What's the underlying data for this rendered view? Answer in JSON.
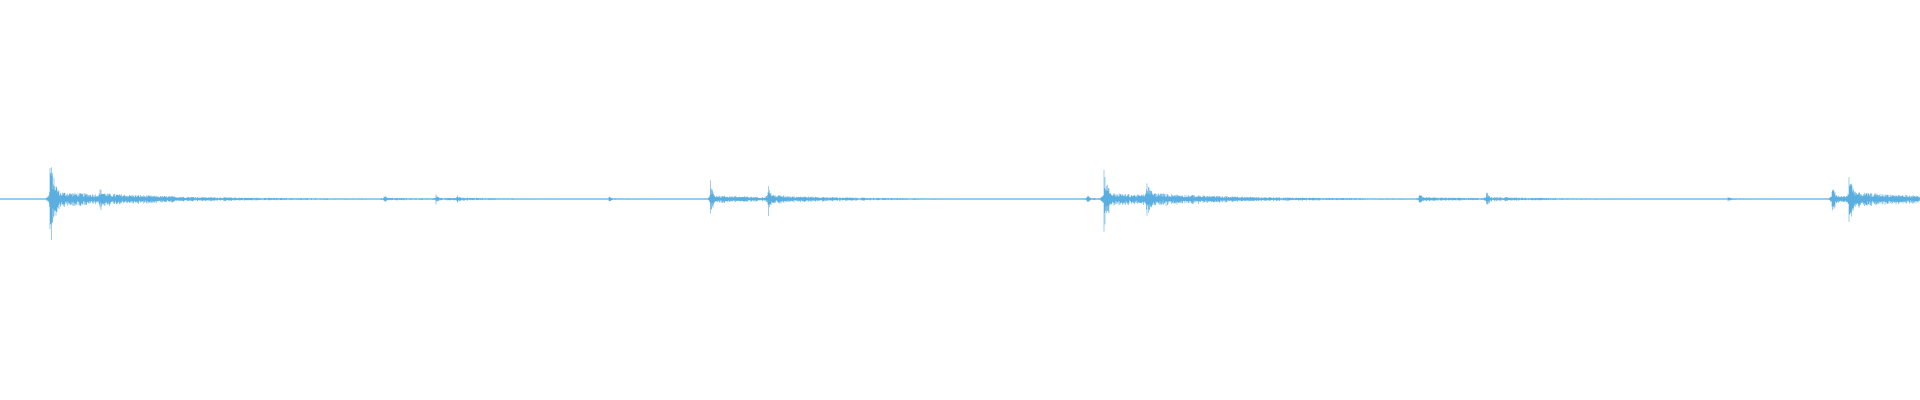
{
  "waveform": {
    "color": "#5aaee0",
    "baseline_amplitude": 0.004,
    "events": [
      {
        "t": 0.026,
        "amp": 0.48,
        "decay": 0.02,
        "ring": 0.05
      },
      {
        "t": 0.052,
        "amp": 0.07,
        "decay": 0.015,
        "ring": 0.03
      },
      {
        "t": 0.2,
        "amp": 0.05,
        "decay": 0.01,
        "ring": 0.02
      },
      {
        "t": 0.227,
        "amp": 0.05,
        "decay": 0.01,
        "ring": 0.02
      },
      {
        "t": 0.238,
        "amp": 0.04,
        "decay": 0.008,
        "ring": 0.02
      },
      {
        "t": 0.317,
        "amp": 0.03,
        "decay": 0.008,
        "ring": 0.015
      },
      {
        "t": 0.37,
        "amp": 0.22,
        "decay": 0.012,
        "ring": 0.04
      },
      {
        "t": 0.4,
        "amp": 0.16,
        "decay": 0.01,
        "ring": 0.03
      },
      {
        "t": 0.566,
        "amp": 0.06,
        "decay": 0.008,
        "ring": 0.02
      },
      {
        "t": 0.575,
        "amp": 0.35,
        "decay": 0.016,
        "ring": 0.05
      },
      {
        "t": 0.597,
        "amp": 0.16,
        "decay": 0.016,
        "ring": 0.04
      },
      {
        "t": 0.739,
        "amp": 0.09,
        "decay": 0.01,
        "ring": 0.03
      },
      {
        "t": 0.774,
        "amp": 0.09,
        "decay": 0.01,
        "ring": 0.03
      },
      {
        "t": 0.9,
        "amp": 0.03,
        "decay": 0.008,
        "ring": 0.015
      },
      {
        "t": 0.954,
        "amp": 0.2,
        "decay": 0.012,
        "ring": 0.04
      },
      {
        "t": 0.963,
        "amp": 0.28,
        "decay": 0.016,
        "ring": 0.05
      }
    ]
  }
}
